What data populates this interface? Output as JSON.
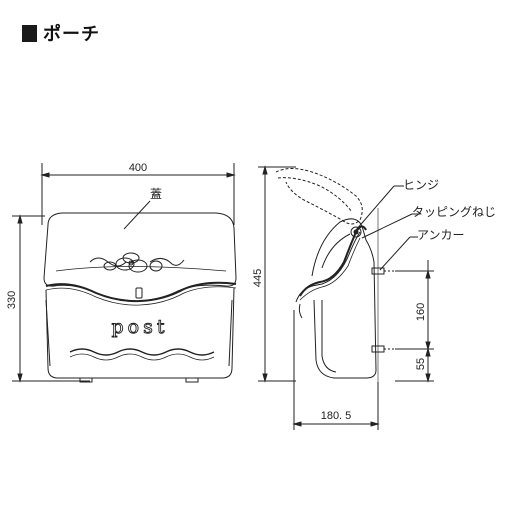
{
  "heading": {
    "title": "ポーチ"
  },
  "front_view": {
    "width_label": "400",
    "height_label": "330",
    "lid_label": "蓋",
    "post_text": "post"
  },
  "side_view": {
    "height_label": "445",
    "depth_label": "180. 5",
    "anchor_spacing_label": "160",
    "bottom_offset_label": "55",
    "callouts": {
      "hinge": "ヒンジ",
      "tapping_screw": "タッピングねじ",
      "anchor": "アンカー"
    }
  },
  "colors": {
    "line": "#222222",
    "background": "#ffffff"
  }
}
